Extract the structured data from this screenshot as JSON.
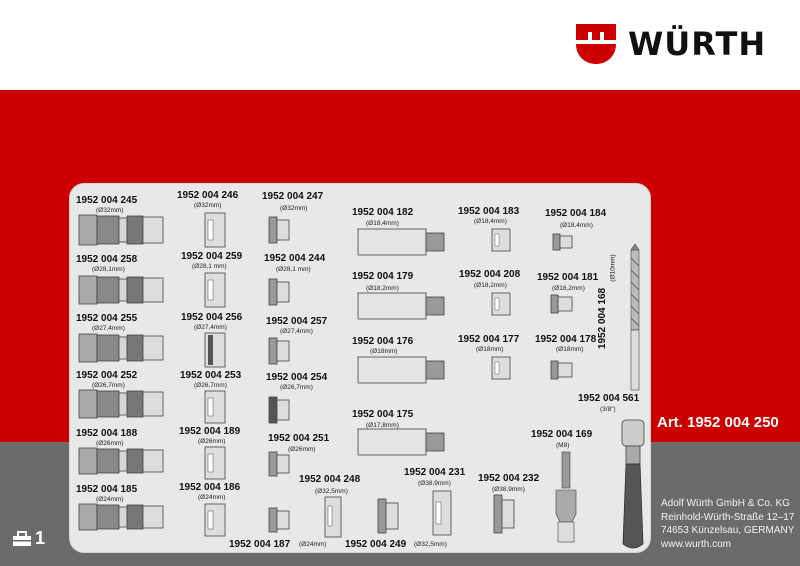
{
  "brand": {
    "name": "WÜRTH",
    "red": "#cc0000",
    "gray": "#6b6b6b"
  },
  "article": "Art. 1952 004 250",
  "address": [
    "Adolf Würth GmbH & Co. KG",
    "Reinhold-Würth-Straße 12–17",
    "74653 Künzelsau, GERMANY",
    "www.wurth.com"
  ],
  "page_number": "1",
  "parts": [
    {
      "code": "1952 004 245",
      "size": "(Ø32mm)"
    },
    {
      "code": "1952 004 258",
      "size": "(Ø28,1mm)"
    },
    {
      "code": "1952 004 255",
      "size": "(Ø27,4mm)"
    },
    {
      "code": "1952 004 252",
      "size": "(Ø26,7mm)"
    },
    {
      "code": "1952 004 188",
      "size": "(Ø26mm)"
    },
    {
      "code": "1952 004 185",
      "size": "(Ø24mm)"
    },
    {
      "code": "1952 004 246",
      "size": "(Ø32mm)"
    },
    {
      "code": "1952 004 259",
      "size": "(Ø28,1 mm)"
    },
    {
      "code": "1952 004 256",
      "size": "(Ø27,4mm)"
    },
    {
      "code": "1952 004 253",
      "size": "(Ø26,7mm)"
    },
    {
      "code": "1952 004 189",
      "size": "(Ø26mm)"
    },
    {
      "code": "1952 004 186",
      "size": "(Ø24mm)"
    },
    {
      "code": "1952 004 247",
      "size": "(Ø32mm)"
    },
    {
      "code": "1952 004 244",
      "size": "(Ø28,1 mm)"
    },
    {
      "code": "1952 004 257",
      "size": "(Ø27,4mm)"
    },
    {
      "code": "1952 004 254",
      "size": "(Ø26,7mm)"
    },
    {
      "code": "1952 004 251",
      "size": "(Ø26mm)"
    },
    {
      "code": "1952 004 187",
      "size": "(Ø24mm)"
    },
    {
      "code": "1952 004 248",
      "size": "(Ø32,5mm)"
    },
    {
      "code": "1952 004 249",
      "size": "(Ø32,5mm)"
    },
    {
      "code": "1952 004 182",
      "size": "(Ø18,4mm)"
    },
    {
      "code": "1952 004 179",
      "size": "(Ø18,2mm)"
    },
    {
      "code": "1952 004 176",
      "size": "(Ø18mm)"
    },
    {
      "code": "1952 004 175",
      "size": "(Ø17,8mm)"
    },
    {
      "code": "1952 004 231",
      "size": "(Ø38,9mm)"
    },
    {
      "code": "1952 004 183",
      "size": "(Ø18,4mm)"
    },
    {
      "code": "1952 004 208",
      "size": "(Ø18,2mm)"
    },
    {
      "code": "1952 004 177",
      "size": "(Ø18mm)"
    },
    {
      "code": "1952 004 232",
      "size": "(Ø38,9mm)"
    },
    {
      "code": "1952 004 184",
      "size": "(Ø18,4mm)"
    },
    {
      "code": "1952 004 181",
      "size": "(Ø18,2mm)"
    },
    {
      "code": "1952 004 178",
      "size": "(Ø18mm)"
    },
    {
      "code": "1952 004 168",
      "size": "(Ø10mm)"
    },
    {
      "code": "1952 004 561",
      "size": "(3/8\")"
    },
    {
      "code": "1952 004 169",
      "size": "(M8)"
    }
  ]
}
